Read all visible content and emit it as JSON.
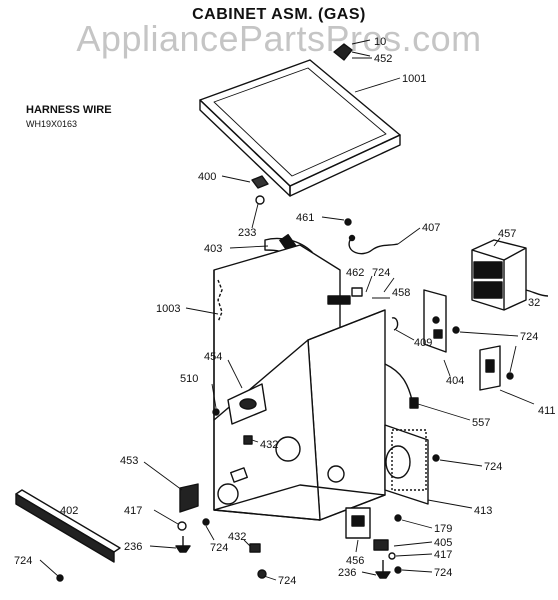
{
  "title": "CABINET ASM. (GAS)",
  "watermark": "AppliancePartsPros.com",
  "harness": {
    "label": "HARNESS WIRE",
    "part": "WH19X0163"
  },
  "parts": [
    {
      "id": "p10",
      "label": "10"
    },
    {
      "id": "p452",
      "label": "452"
    },
    {
      "id": "p1001",
      "label": "1001"
    },
    {
      "id": "p400",
      "label": "400"
    },
    {
      "id": "p233",
      "label": "233"
    },
    {
      "id": "p461",
      "label": "461"
    },
    {
      "id": "p407",
      "label": "407"
    },
    {
      "id": "p403",
      "label": "403"
    },
    {
      "id": "p457",
      "label": "457"
    },
    {
      "id": "p462",
      "label": "462"
    },
    {
      "id": "p724a",
      "label": "724"
    },
    {
      "id": "p32",
      "label": "32"
    },
    {
      "id": "p458",
      "label": "458"
    },
    {
      "id": "p1003",
      "label": "1003"
    },
    {
      "id": "p724b",
      "label": "724"
    },
    {
      "id": "p409",
      "label": "409"
    },
    {
      "id": "p454",
      "label": "454"
    },
    {
      "id": "p404",
      "label": "404"
    },
    {
      "id": "p411",
      "label": "411"
    },
    {
      "id": "p510",
      "label": "510"
    },
    {
      "id": "p557",
      "label": "557"
    },
    {
      "id": "p432a",
      "label": "432"
    },
    {
      "id": "p453",
      "label": "453"
    },
    {
      "id": "p724c",
      "label": "724"
    },
    {
      "id": "p402",
      "label": "402"
    },
    {
      "id": "p417a",
      "label": "417"
    },
    {
      "id": "p413",
      "label": "413"
    },
    {
      "id": "p179",
      "label": "179"
    },
    {
      "id": "p236a",
      "label": "236"
    },
    {
      "id": "p724d",
      "label": "724"
    },
    {
      "id": "p432b",
      "label": "432"
    },
    {
      "id": "p405",
      "label": "405"
    },
    {
      "id": "p456",
      "label": "456"
    },
    {
      "id": "p417b",
      "label": "417"
    },
    {
      "id": "p724e",
      "label": "724"
    },
    {
      "id": "p236b",
      "label": "236"
    },
    {
      "id": "p724f",
      "label": "724"
    },
    {
      "id": "p724g",
      "label": "724"
    }
  ]
}
